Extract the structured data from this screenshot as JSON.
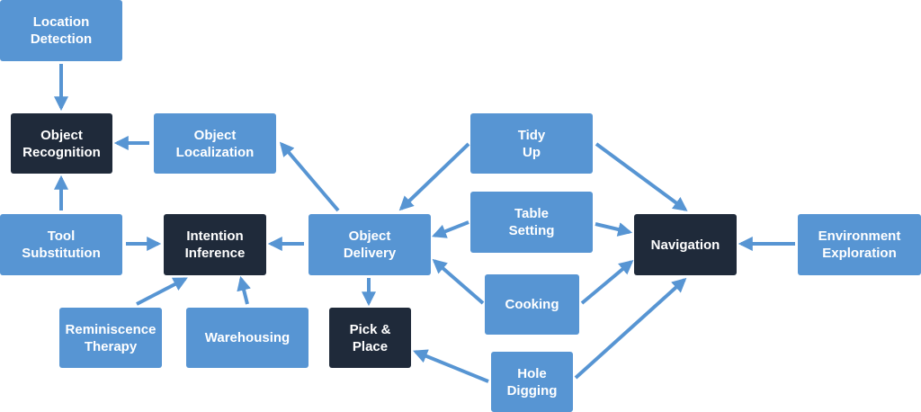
{
  "nodes": [
    {
      "id": "location-detection",
      "label": "Location\nDetection",
      "style": "blue"
    },
    {
      "id": "object-recognition",
      "label": "Object\nRecognition",
      "style": "dark"
    },
    {
      "id": "object-localization",
      "label": "Object\nLocalization",
      "style": "blue"
    },
    {
      "id": "tool-substitution",
      "label": "Tool\nSubstitution",
      "style": "blue"
    },
    {
      "id": "intention-inference",
      "label": "Intention\nInference",
      "style": "dark"
    },
    {
      "id": "reminiscence-therapy",
      "label": "Reminiscence\nTherapy",
      "style": "blue"
    },
    {
      "id": "warehousing",
      "label": "Warehousing",
      "style": "blue"
    },
    {
      "id": "object-delivery",
      "label": "Object\nDelivery",
      "style": "blue"
    },
    {
      "id": "pick-place",
      "label": "Pick &\nPlace",
      "style": "dark"
    },
    {
      "id": "tidy-up",
      "label": "Tidy\nUp",
      "style": "blue"
    },
    {
      "id": "table-setting",
      "label": "Table\nSetting",
      "style": "blue"
    },
    {
      "id": "cooking",
      "label": "Cooking",
      "style": "blue"
    },
    {
      "id": "hole-digging",
      "label": "Hole\nDigging",
      "style": "blue"
    },
    {
      "id": "navigation",
      "label": "Navigation",
      "style": "dark"
    },
    {
      "id": "environment-exploration",
      "label": "Environment\nExploration",
      "style": "blue"
    }
  ],
  "edges": [
    {
      "from": "location-detection",
      "to": "object-recognition"
    },
    {
      "from": "object-localization",
      "to": "object-recognition"
    },
    {
      "from": "tool-substitution",
      "to": "object-recognition"
    },
    {
      "from": "tool-substitution",
      "to": "intention-inference"
    },
    {
      "from": "reminiscence-therapy",
      "to": "intention-inference"
    },
    {
      "from": "warehousing",
      "to": "intention-inference"
    },
    {
      "from": "object-delivery",
      "to": "intention-inference"
    },
    {
      "from": "object-delivery",
      "to": "object-localization"
    },
    {
      "from": "object-delivery",
      "to": "pick-place"
    },
    {
      "from": "tidy-up",
      "to": "object-delivery"
    },
    {
      "from": "table-setting",
      "to": "object-delivery"
    },
    {
      "from": "cooking",
      "to": "object-delivery"
    },
    {
      "from": "hole-digging",
      "to": "pick-place"
    },
    {
      "from": "tidy-up",
      "to": "navigation"
    },
    {
      "from": "table-setting",
      "to": "navigation"
    },
    {
      "from": "cooking",
      "to": "navigation"
    },
    {
      "from": "hole-digging",
      "to": "navigation"
    },
    {
      "from": "environment-exploration",
      "to": "navigation"
    }
  ],
  "colors": {
    "node_blue": "#5795d3",
    "node_dark": "#1f2a3a",
    "arrow": "#5795d3",
    "text": "#ffffff"
  }
}
